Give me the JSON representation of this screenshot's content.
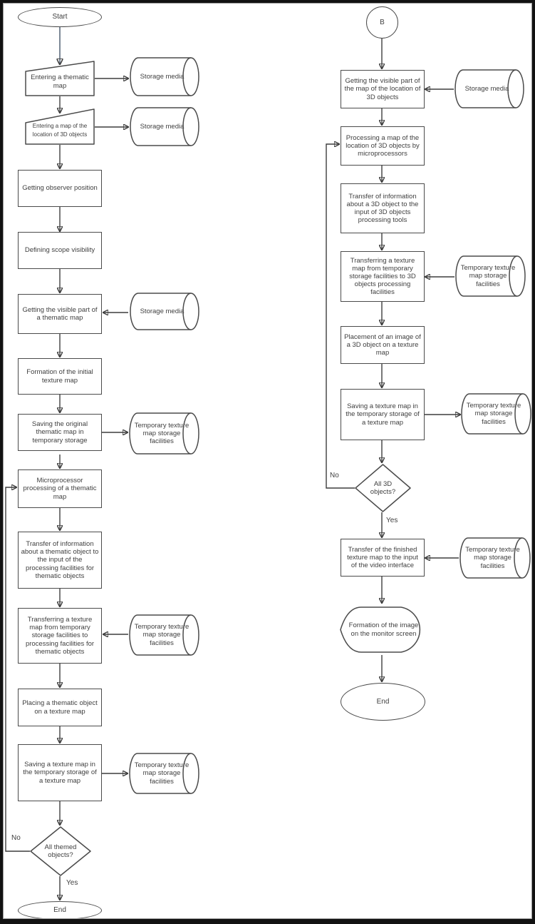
{
  "flowchart": {
    "left": {
      "start": "Start",
      "entering_thematic_map": "Entering a thematic map",
      "storage_media_1": "Storage media",
      "entering_location_map": "Entering a map of the location of 3D objects",
      "storage_media_2": "Storage media",
      "getting_observer_position": "Getting observer position",
      "defining_scope_visibility": "Defining scope visibility",
      "getting_visible_part": "Getting the visible part of a thematic map",
      "storage_media_3": "Storage media",
      "formation_initial_texture": "Formation of the initial texture map",
      "saving_original_thematic": "Saving the original thematic map in temporary storage",
      "temp_storage_1": "Temporary texture map storage facilities",
      "microprocessor_processing": "Microprocessor processing of a thematic map",
      "transfer_information_thematic": "Transfer of information about a thematic object to the input of the processing facilities for thematic objects",
      "transferring_texture_map": "Transferring a texture map from temporary storage facilities to processing facilities for thematic objects",
      "temp_storage_2": "Temporary texture map storage facilities",
      "placing_thematic_object": "Placing a thematic object on a texture map",
      "saving_texture_map": "Saving a texture map in the temporary storage of a texture map",
      "temp_storage_3": "Temporary texture map storage facilities",
      "decision_all_themed": "All themed objects?",
      "no_label": "No",
      "yes_label": "Yes",
      "end": "End"
    },
    "right": {
      "connector_b": "B",
      "getting_visible_part_3d": "Getting the visible part of the map of the location of 3D objects",
      "storage_media": "Storage media",
      "processing_map_3d": "Processing a map of the location of 3D objects by microprocessors",
      "transfer_information_3d": "Transfer of information about a 3D object to the input of 3D objects processing tools",
      "transferring_texture_map_3d": "Transferring a texture map from temporary storage facilities to 3D objects processing facilities",
      "temp_storage_1": "Temporary texture map storage facilities",
      "placement_image_3d": "Placement of an image of a 3D object on a texture map",
      "saving_texture_map": "Saving a texture map in the temporary storage of a texture map",
      "temp_storage_2": "Temporary texture map storage facilities",
      "decision_all_3d": "All 3D objects?",
      "no_label": "No",
      "yes_label": "Yes",
      "transfer_finished_texture": "Transfer of the finished texture map to the input of the video interface",
      "formation_image_monitor": "Formation of the image on the monitor screen",
      "end": "End"
    },
    "colors": {
      "line": "#3d3d3d",
      "shape_stroke": "#4b4b4b",
      "text": "#3f3f3f",
      "accent_arrowhead": "#1f3864",
      "frame": "#121212",
      "background": "#ffffff"
    }
  }
}
